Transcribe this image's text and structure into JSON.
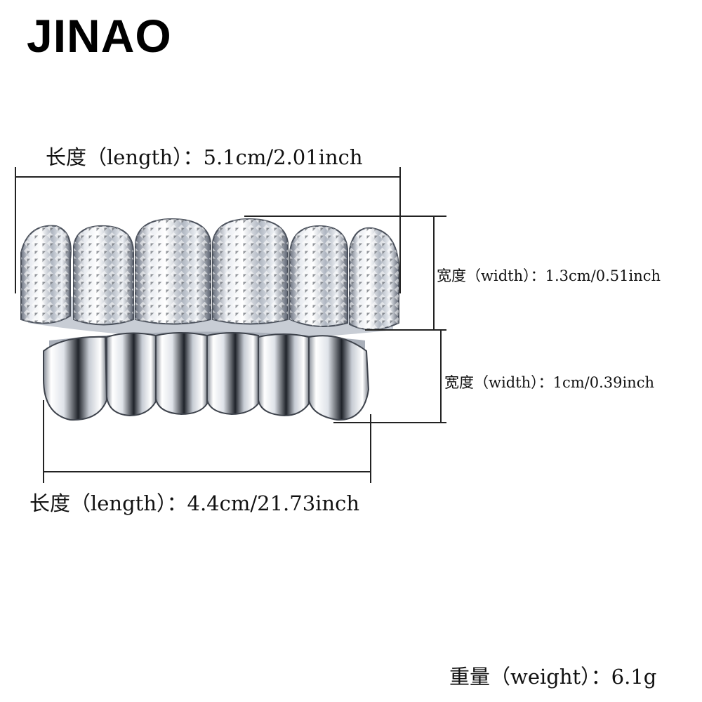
{
  "brand": {
    "name": "JINAO"
  },
  "dimensions": {
    "top_length": "长度（length）：5.1cm/2.01inch",
    "top_width": "宽度（width）：1.3cm/0.51inch",
    "bottom_width": "宽度（width）：1cm/0.39inch",
    "bottom_length": "长度（length）：4.4cm/21.73inch"
  },
  "weight": {
    "label": "重量（weight）：6.1g"
  },
  "colors": {
    "background": "#ffffff",
    "text": "#111111",
    "dimension_line": "#222222",
    "silver_light": "#f4f6fa",
    "silver_mid": "#b9bfc9",
    "silver_dark": "#5d6470"
  }
}
